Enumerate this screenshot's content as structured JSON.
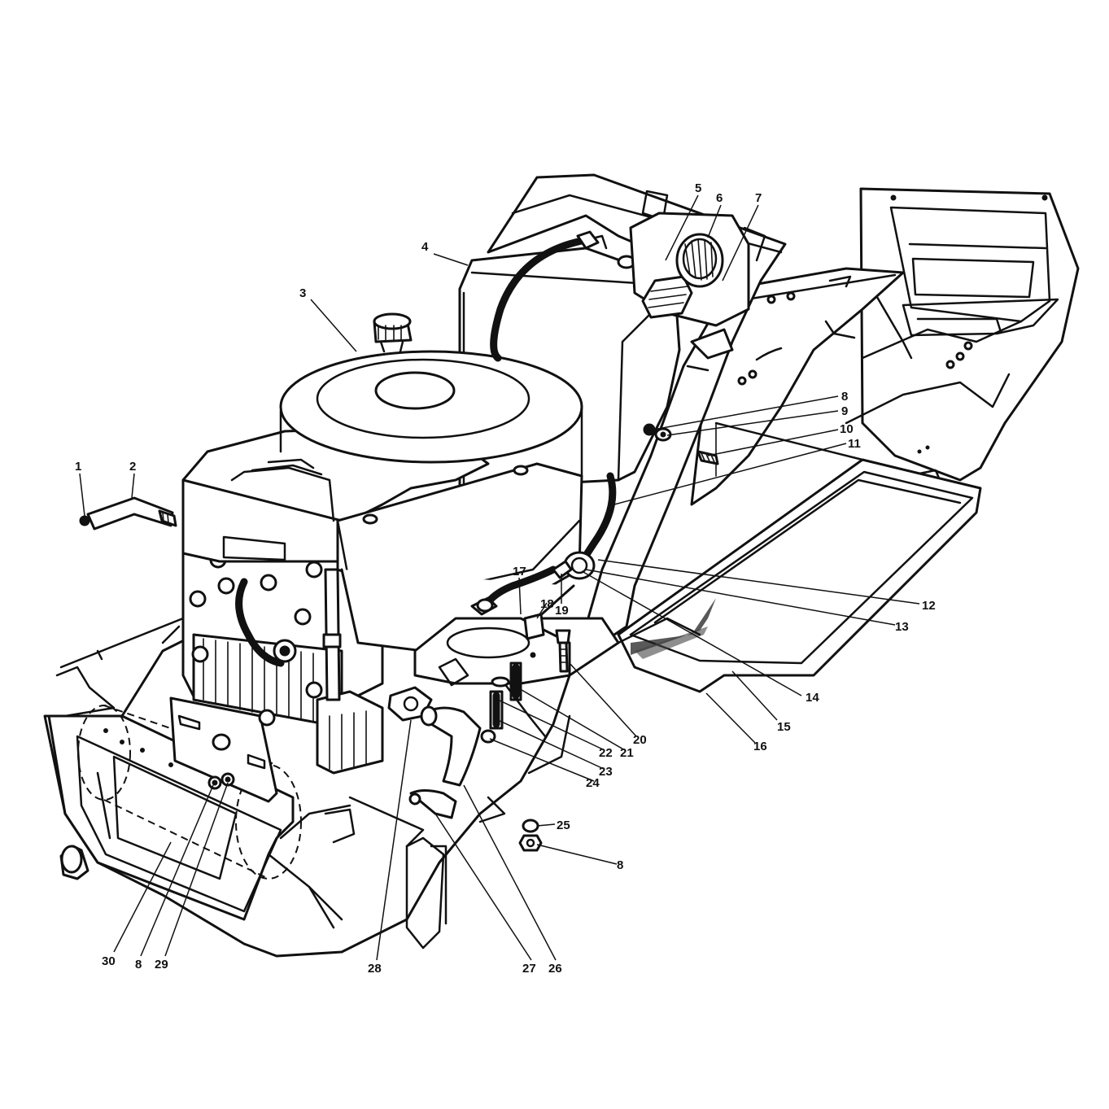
{
  "callouts": [
    {
      "id": "c1",
      "label": "1"
    },
    {
      "id": "c2",
      "label": "2"
    },
    {
      "id": "c3",
      "label": "3"
    },
    {
      "id": "c4",
      "label": "4"
    },
    {
      "id": "c5",
      "label": "5"
    },
    {
      "id": "c6",
      "label": "6"
    },
    {
      "id": "c7",
      "label": "7"
    },
    {
      "id": "c8a",
      "label": "8"
    },
    {
      "id": "c9",
      "label": "9"
    },
    {
      "id": "c10",
      "label": "10"
    },
    {
      "id": "c11",
      "label": "11"
    },
    {
      "id": "c12",
      "label": "12"
    },
    {
      "id": "c13",
      "label": "13"
    },
    {
      "id": "c14",
      "label": "14"
    },
    {
      "id": "c15",
      "label": "15"
    },
    {
      "id": "c16",
      "label": "16"
    },
    {
      "id": "c17",
      "label": "17"
    },
    {
      "id": "c18",
      "label": "18"
    },
    {
      "id": "c19",
      "label": "19"
    },
    {
      "id": "c20",
      "label": "20"
    },
    {
      "id": "c21",
      "label": "21"
    },
    {
      "id": "c22",
      "label": "22"
    },
    {
      "id": "c23",
      "label": "23"
    },
    {
      "id": "c24",
      "label": "24"
    },
    {
      "id": "c25",
      "label": "25"
    },
    {
      "id": "c8b",
      "label": "8"
    },
    {
      "id": "c26",
      "label": "26"
    },
    {
      "id": "c27",
      "label": "27"
    },
    {
      "id": "c28",
      "label": "28"
    },
    {
      "id": "c29",
      "label": "29"
    },
    {
      "id": "c8c",
      "label": "8"
    },
    {
      "id": "c30",
      "label": "30"
    }
  ]
}
